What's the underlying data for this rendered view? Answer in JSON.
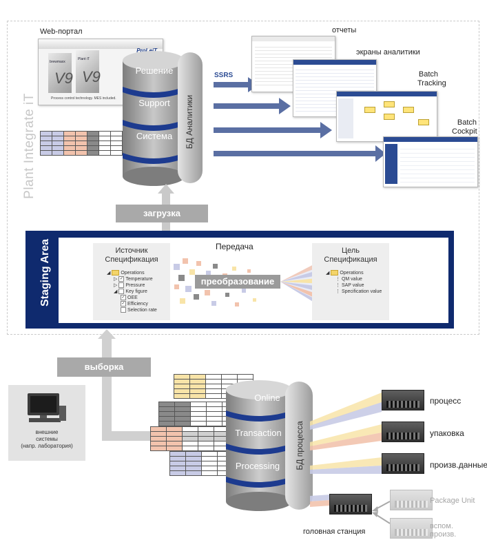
{
  "frame": {
    "title": "Plant Integrate iT"
  },
  "top": {
    "web_portal_label": "Web-портал",
    "portal_brand": "ProLeiT",
    "portal_caption": "Process control technology. MES included.",
    "portal_product_1": "Plant iT",
    "portal_product_2": "brewmaxx",
    "cylinder_layers": [
      "Решение",
      "Support",
      "Система"
    ],
    "cylinder_side_label": "БД Аналитики",
    "ssrs_label": "SSRS",
    "outputs": [
      {
        "label": "отчеты"
      },
      {
        "label": "экраны аналитики",
        "window_title": "Dashboard"
      },
      {
        "label_lines": [
          "Batch",
          "Tracking"
        ],
        "window_title": "Batch Tracker"
      },
      {
        "label_lines": [
          "Batch",
          "Cockpit"
        ],
        "window_title": "F11 production - this week"
      }
    ]
  },
  "load_button": "загрузка",
  "staging": {
    "title": "Staging Area",
    "transfer_label": "Передача",
    "transform_label": "преобразование",
    "source": {
      "title_lines": [
        "Источник",
        "Спецификация"
      ],
      "tree_root": "Operations",
      "items": [
        {
          "label": "Temperature",
          "checked": "✓"
        },
        {
          "label": "Pressure",
          "checked": ""
        },
        {
          "label": "Key figure",
          "checked": ""
        },
        {
          "label": "OEE",
          "checked": "✓"
        },
        {
          "label": "Efficiency",
          "checked": "✓"
        },
        {
          "label": "Selection rate",
          "checked": ""
        }
      ]
    },
    "target": {
      "title_lines": [
        "Цель",
        "Спецификация"
      ],
      "tree_root": "Operations",
      "items": [
        "QM value",
        "SAP value",
        "Specification value"
      ]
    }
  },
  "sample_button": "выборка",
  "external": {
    "lines": [
      "внешние",
      "системы",
      "(напр. лаборатория)"
    ]
  },
  "bottom": {
    "cylinder_layers": [
      "Online",
      "Transaction",
      "Processing"
    ],
    "cylinder_side_label": "БД процесса",
    "servers": [
      {
        "label": "процесс"
      },
      {
        "label": "упаковка"
      },
      {
        "label": "произв.данные"
      }
    ],
    "head_station": "головная станция",
    "package_unit": "Package Unit",
    "aux_lines": [
      "вспом.",
      "произв."
    ]
  },
  "colors": {
    "navy": "#0f2a6e",
    "arrow_blue": "#5a6fa3",
    "gray_button": "#a9a9a9",
    "tbl_blue": "#c8cbe6",
    "tbl_salmon": "#f2c3ad",
    "tbl_gray": "#8a8a8a",
    "tbl_yellow": "#f8e4a8"
  }
}
